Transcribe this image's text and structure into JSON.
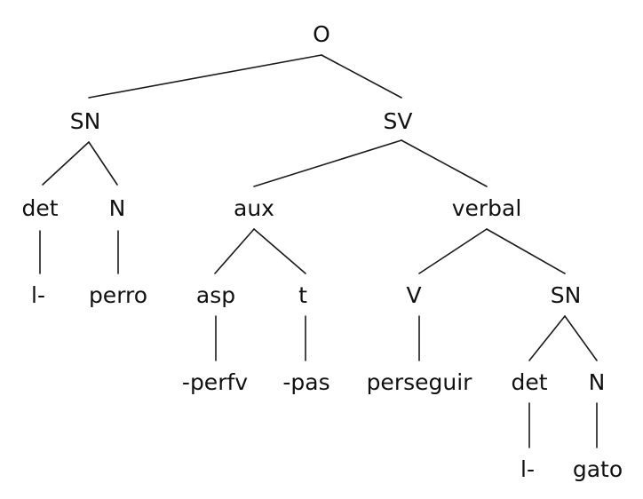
{
  "tree": {
    "label": "O",
    "children": [
      {
        "label": "SN",
        "children": [
          {
            "label": "det",
            "children": [
              {
                "label": "l-"
              }
            ]
          },
          {
            "label": "N",
            "children": [
              {
                "label": "perro"
              }
            ]
          }
        ]
      },
      {
        "label": "SV",
        "children": [
          {
            "label": "aux",
            "children": [
              {
                "label": "asp",
                "children": [
                  {
                    "label": "-perfv"
                  }
                ]
              },
              {
                "label": "t",
                "children": [
                  {
                    "label": "-pas"
                  }
                ]
              }
            ]
          },
          {
            "label": "verbal",
            "children": [
              {
                "label": "V",
                "children": [
                  {
                    "label": "perseguir"
                  }
                ]
              },
              {
                "label": "SN",
                "children": [
                  {
                    "label": "det",
                    "children": [
                      {
                        "label": "l-"
                      }
                    ]
                  },
                  {
                    "label": "N",
                    "children": [
                      {
                        "label": "gato"
                      }
                    ]
                  }
                ]
              }
            ]
          }
        ]
      }
    ]
  }
}
